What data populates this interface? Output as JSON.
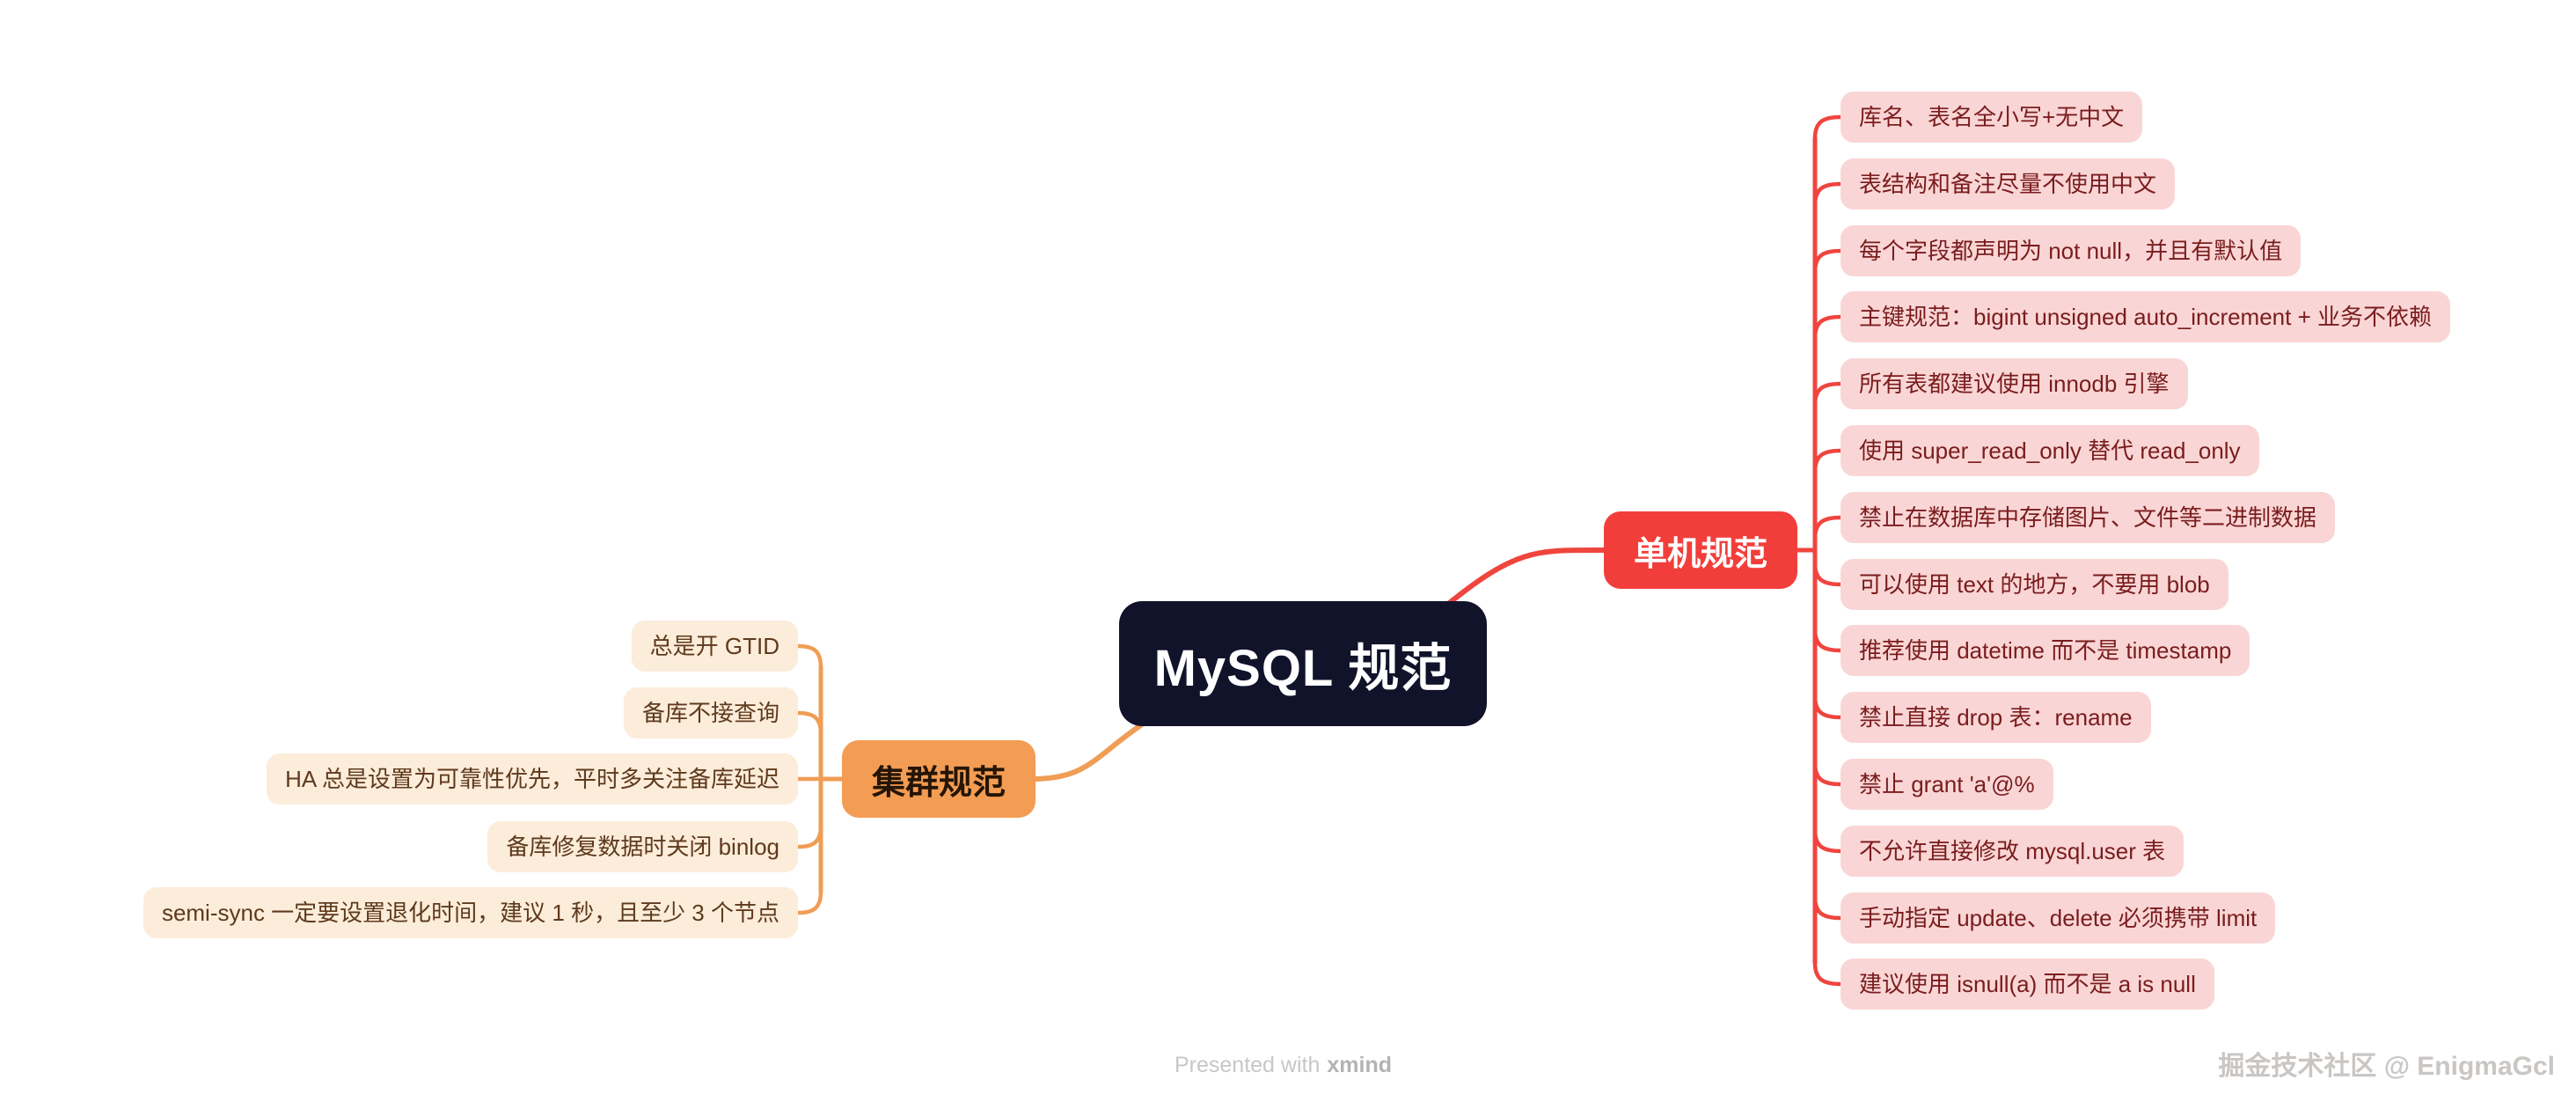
{
  "canvas": {
    "background": "#ffffff"
  },
  "root": {
    "label": "MySQL 规范",
    "bg": "#11132b",
    "text_color": "#ffffff"
  },
  "branches": [
    {
      "id": "standalone",
      "label": "单机规范",
      "side": "right",
      "node_bg": "#f23e3b",
      "node_text": "#ffffff",
      "line_color": "#ef453e",
      "leaf_bg": "#f9d6d5",
      "leaf_text": "#7a1c1e",
      "items": [
        "库名、表名全小写+无中文",
        "表结构和备注尽量不使用中文",
        "每个字段都声明为 not null，并且有默认值",
        "主键规范：bigint unsigned auto_increment + 业务不依赖",
        "所有表都建议使用 innodb 引擎",
        "使用 super_read_only 替代 read_only",
        "禁止在数据库中存储图片、文件等二进制数据",
        "可以使用 text 的地方，不要用 blob",
        "推荐使用 datetime 而不是 timestamp",
        "禁止直接 drop 表：rename",
        "禁止 grant 'a'@%",
        "不允许直接修改 mysql.user 表",
        "手动指定 update、delete 必须携带 limit",
        "建议使用 isnull(a) 而不是 a is null"
      ]
    },
    {
      "id": "cluster",
      "label": "集群规范",
      "side": "left",
      "node_bg": "#f39c53",
      "node_text": "#241506",
      "line_color": "#f09d55",
      "leaf_bg": "#fcecda",
      "leaf_text": "#5e3a1d",
      "items": [
        "总是开 GTID",
        "备库不接查询",
        "HA 总是设置为可靠性优先，平时多关注备库延迟",
        "备库修复数据时关闭 binlog",
        "semi-sync 一定要设置退化时间，建议 1 秒，且至少 3 个节点"
      ]
    }
  ],
  "footer": {
    "presented_prefix": "Presented with",
    "presented_brand": "xmind",
    "watermark": "掘金技术社区 @ EnigmaGcl"
  }
}
